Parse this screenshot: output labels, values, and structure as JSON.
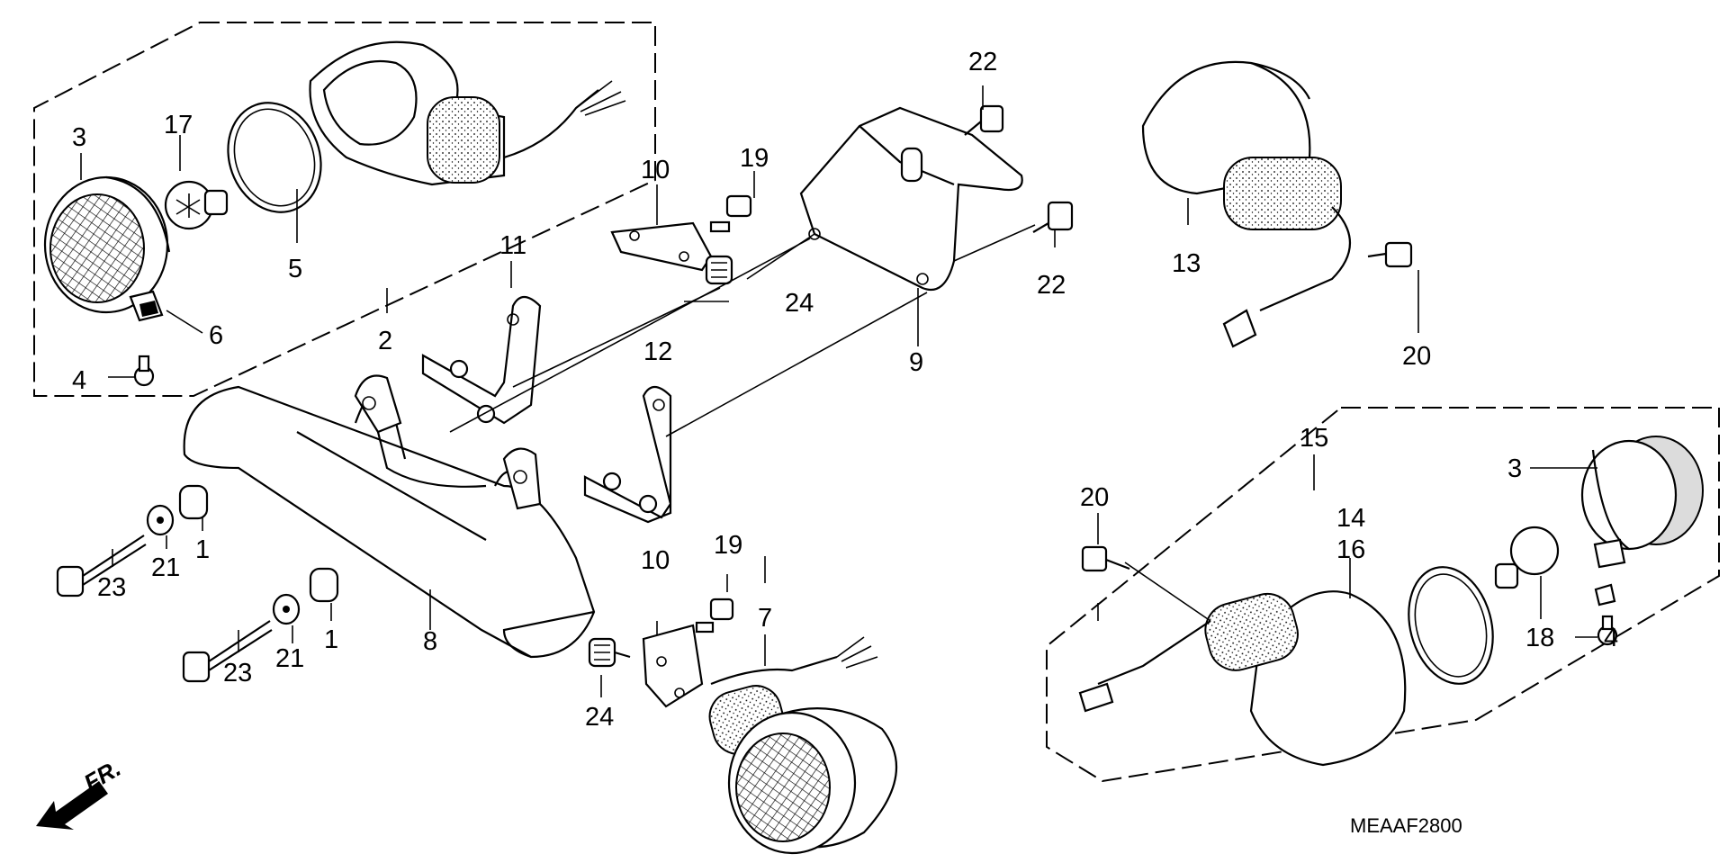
{
  "diagram": {
    "code": "MEAAF2800",
    "front_marker": "FR.",
    "callouts": {
      "c1a": "1",
      "c1b": "1",
      "c2": "2",
      "c3a": "3",
      "c3b": "3",
      "c4a": "4",
      "c4b": "4",
      "c5": "5",
      "c6": "6",
      "c7": "7",
      "c8": "8",
      "c9": "9",
      "c10a": "10",
      "c10b": "10",
      "c11": "11",
      "c12": "12",
      "c13": "13",
      "c14": "14",
      "c15": "15",
      "c16": "16",
      "c17": "17",
      "c18": "18",
      "c19a": "19",
      "c19b": "19",
      "c20a": "20",
      "c20b": "20",
      "c21a": "21",
      "c21b": "21",
      "c22a": "22",
      "c22b": "22",
      "c23a": "23",
      "c23b": "23",
      "c24a": "24",
      "c24b": "24"
    }
  }
}
